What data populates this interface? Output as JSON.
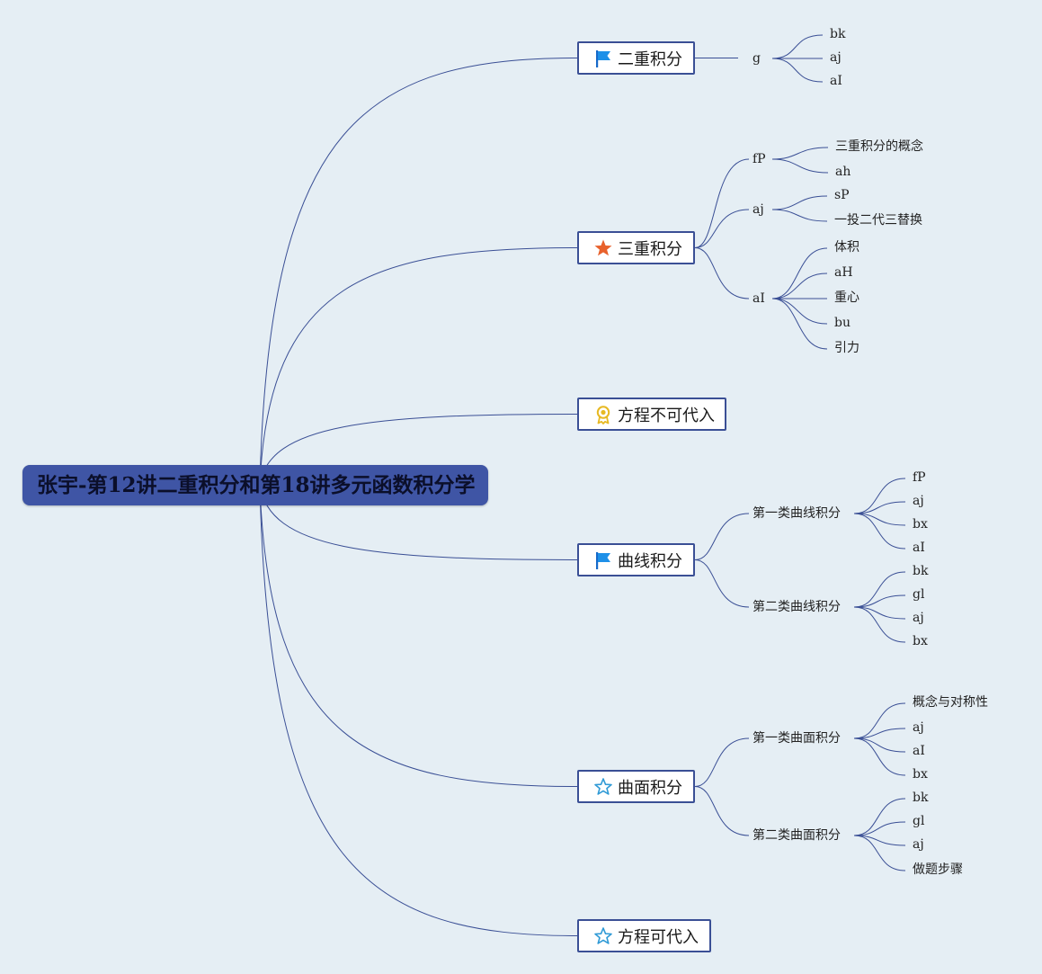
{
  "root": {
    "title": "张宇-第12讲二重积分和第18讲多元函数积分学"
  },
  "colors": {
    "background": "#e5eef4",
    "root_fill": "#3f55a5",
    "line": "#3a4f95",
    "node_border": "#3a4f95"
  },
  "branches": [
    {
      "label": "二重积分",
      "icon": "flag-icon",
      "children": [
        {
          "label": "g",
          "children": [
            "bk",
            "aj",
            "aI"
          ]
        }
      ]
    },
    {
      "label": "三重积分",
      "icon": "star-filled-icon",
      "children": [
        {
          "label": "fP",
          "children": [
            "三重积分的概念",
            "ah"
          ]
        },
        {
          "label": "aj",
          "children": [
            "sP",
            "一投二代三替换"
          ]
        },
        {
          "label": "aI",
          "children": [
            "体积",
            "aH",
            "重心",
            "bu",
            "引力"
          ]
        }
      ]
    },
    {
      "label": "方程不可代入",
      "icon": "award-badge-icon",
      "children": []
    },
    {
      "label": "曲线积分",
      "icon": "flag-icon",
      "children": [
        {
          "label": "第一类曲线积分",
          "children": [
            "fP",
            "aj",
            "bx",
            "aI"
          ]
        },
        {
          "label": "第二类曲线积分",
          "children": [
            "bk",
            "gl",
            "aj",
            "bx"
          ]
        }
      ]
    },
    {
      "label": "曲面积分",
      "icon": "star-outline-icon",
      "children": [
        {
          "label": "第一类曲面积分",
          "children": [
            "概念与对称性",
            "aj",
            "aI",
            "bx"
          ]
        },
        {
          "label": "第二类曲面积分",
          "children": [
            "bk",
            "gl",
            "aj",
            "做题步骤"
          ]
        }
      ]
    },
    {
      "label": "方程可代入",
      "icon": "star-outline-icon",
      "children": []
    }
  ]
}
